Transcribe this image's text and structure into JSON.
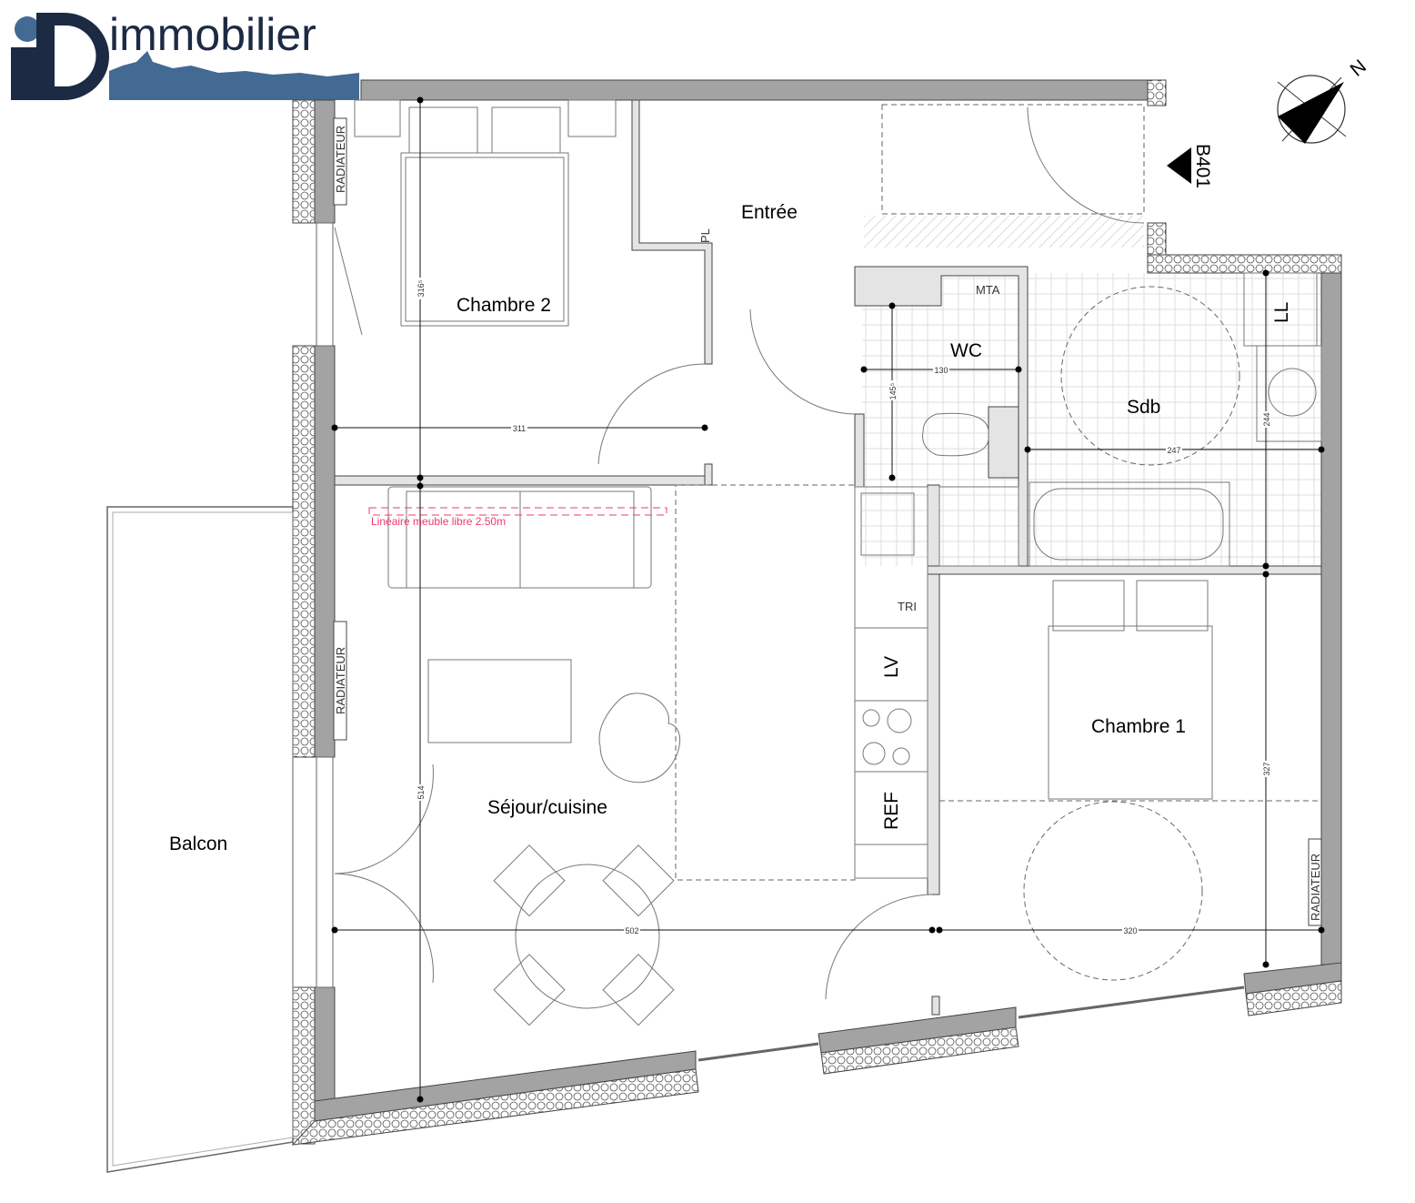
{
  "logo": {
    "brand": "iD immobilier",
    "text": "immobilier"
  },
  "unit": {
    "label": "B401"
  },
  "compass": {
    "north_label": "N"
  },
  "rooms": {
    "chambre2": "Chambre 2",
    "entree": "Entrée",
    "wc": "WC",
    "sdb": "Sdb",
    "sejour": "Séjour/cuisine",
    "chambre1": "Chambre 1",
    "balcon": "Balcon"
  },
  "fixtures": {
    "radiateur": "RADIATEUR",
    "pl": "PL",
    "mta": "MTA",
    "ll": "LL",
    "tri": "TRI",
    "lv": "LV",
    "ref": "REF"
  },
  "annotations": {
    "lineaire": "Linéaire meuble libre  2.50m"
  },
  "dimensions": {
    "ch2_height": "316⁵",
    "ch2_width": "311",
    "wc_width": "130",
    "wc_height": "145⁵",
    "sdb_width": "247",
    "sdb_height": "244",
    "sejour_height": "514",
    "sejour_width": "502",
    "ch1_width": "320",
    "ch1_height": "327"
  },
  "colors": {
    "wall": "#a3a3a3",
    "logo_dark": "#1c2a44",
    "logo_blue": "#436a93",
    "annotation": "#f0386b"
  }
}
